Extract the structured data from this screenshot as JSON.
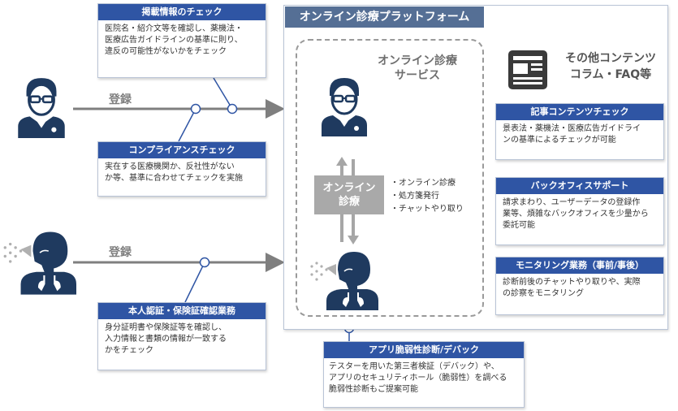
{
  "platform": {
    "title": "オンライン診療プラットフォーム"
  },
  "service": {
    "title_line1": "オンライン診療",
    "title_line2": "サービス"
  },
  "online_box": {
    "line1": "オンライン",
    "line2": "診療"
  },
  "services_list": [
    "・オンライン診療",
    "・処方箋発行",
    "・チャットやり取り"
  ],
  "other_contents": {
    "line1": "その他コンテンツ",
    "line2": "コラム・FAQ等"
  },
  "registration_label": "登録",
  "cards": {
    "listing_check": {
      "title": "掲載情報のチェック",
      "lines": [
        "医院名・紹介文等を確認し、薬機法・",
        "医療広告ガイドラインの基準に則り、",
        "違反の可能性がないかをチェック"
      ]
    },
    "compliance_check": {
      "title": "コンプライアンスチェック",
      "lines": [
        "実在する医療機関か、反社性がない",
        "か等、基準に合わせてチェックを実施"
      ]
    },
    "identity_check": {
      "title": "本人認証・保険証確認業務",
      "lines": [
        "身分証明書や保険証等を確認し、",
        "入力情報と書類の情報が一致する",
        "かをチェック"
      ]
    },
    "vulnerability": {
      "title": "アプリ脆弱性診断/デバック",
      "lines": [
        "テスターを用いた第三者検証（デバック）や、",
        "アプリのセキュリティホール（脆弱性）を調べる",
        "脆弱性診断もご提案可能"
      ]
    },
    "article_check": {
      "title": "記事コンテンツチェック",
      "lines": [
        "景表法・薬機法・医療広告ガイドライ",
        "ンの基準によるチェックが可能"
      ]
    },
    "back_office": {
      "title": "バックオフィスサポート",
      "lines": [
        "請求まわり、ユーザーデータの登録作",
        "業等、煩雑なバックオフィスを少量から",
        "委託可能"
      ]
    },
    "monitoring": {
      "title": "モニタリング業務（事前/事後）",
      "lines": [
        "診断前後のチャットやり取りや、実際",
        "の診察をモニタリング"
      ]
    }
  },
  "colors": {
    "header_blue": "#2f55a4",
    "platform_title": "#556f95",
    "icon_navy": "#1f3a5f",
    "gray_box": "#a9a9a9"
  }
}
